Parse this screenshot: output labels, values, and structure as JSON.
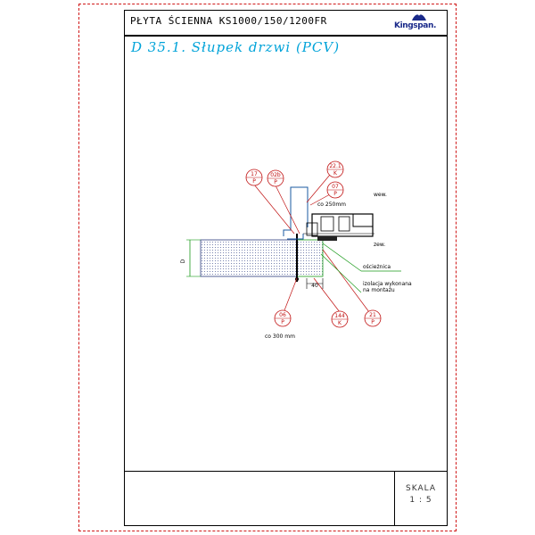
{
  "header": {
    "title": "PŁYTA ŚCIENNA KS1000/150/1200FR",
    "logo_text": "Kingspan."
  },
  "subtitle": "D 35.1. Słupek drzwi (PCV)",
  "footer": {
    "scale_label": "SKALA",
    "scale_value": "1 : 5"
  },
  "colors": {
    "title_cyan": "#00a3d9",
    "tag_red": "#c01010",
    "callout_green": "#1a9a1a",
    "sheet_border_red": "#d01818",
    "logo_blue": "#1a2a8a"
  },
  "drawing": {
    "tags": [
      {
        "top": "17",
        "bottom": "P"
      },
      {
        "top": "02b",
        "bottom": "P"
      },
      {
        "top": "22.1",
        "bottom": "K"
      },
      {
        "top": "07",
        "bottom": "P"
      },
      {
        "top": "06",
        "bottom": "P"
      },
      {
        "top": "144",
        "bottom": "K"
      },
      {
        "top": "21",
        "bottom": "P"
      }
    ],
    "notes": {
      "spacing_top": "co 250mm",
      "spacing_bottom": "co 300 mm",
      "dimension_d": "D",
      "dimension_40": "40",
      "side_wew": "wew.",
      "side_zew": "zew.",
      "callout_1": "ościeżnica",
      "callout_2a": "izolacja wykonana",
      "callout_2b": "na montażu"
    }
  }
}
